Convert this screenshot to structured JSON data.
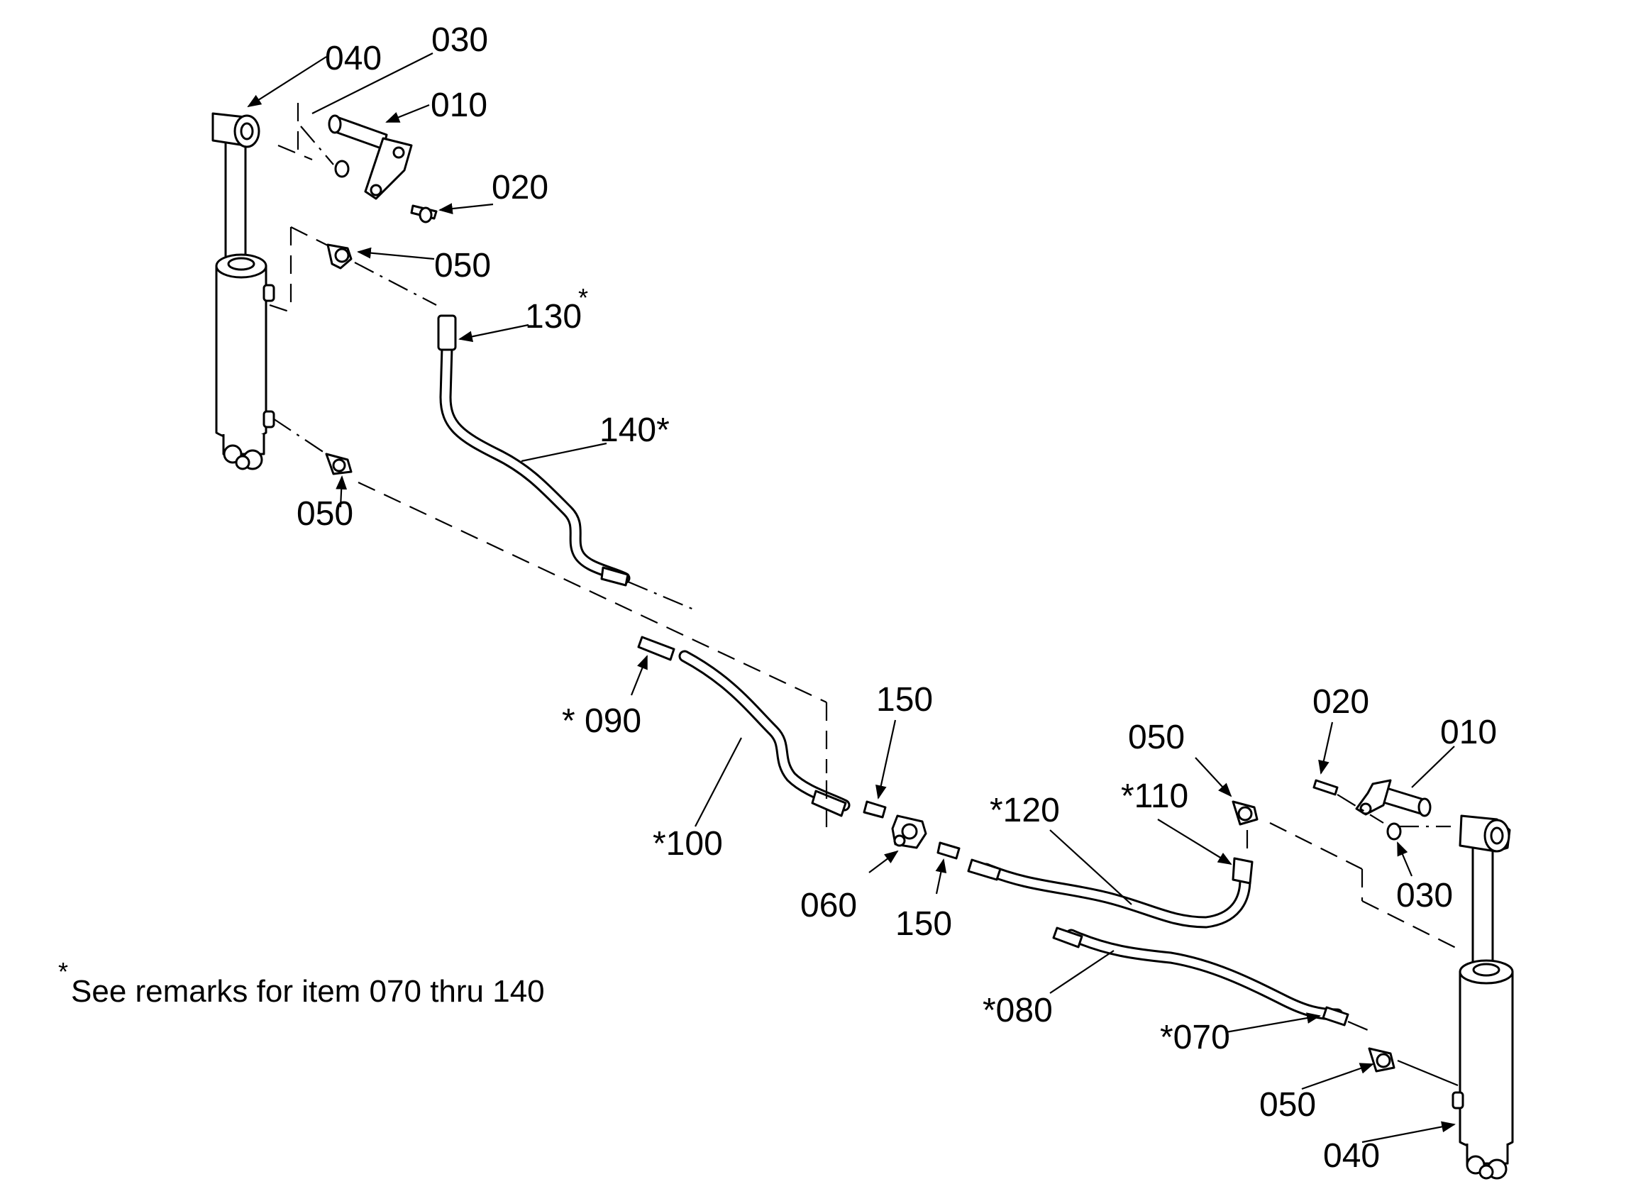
{
  "labels": {
    "l040a": "040",
    "l030a": "030",
    "l010a": "010",
    "l020a": "020",
    "l050a": "050",
    "l130": "130",
    "l140": "140*",
    "l050b": "050",
    "l090": "* 090",
    "l100": "*100",
    "l150a": "150",
    "l060": "060",
    "l150b": "150",
    "l120": "*120",
    "l110": "*110",
    "l050c": "050",
    "l020b": "020",
    "l010b": "010",
    "l030b": "030",
    "l080": "*080",
    "l070": "*070",
    "l050d": "050",
    "l040b": "040"
  },
  "superscripts": {
    "s130": "*",
    "note_star": "*"
  },
  "note": "See remarks for item 070 thru 140"
}
